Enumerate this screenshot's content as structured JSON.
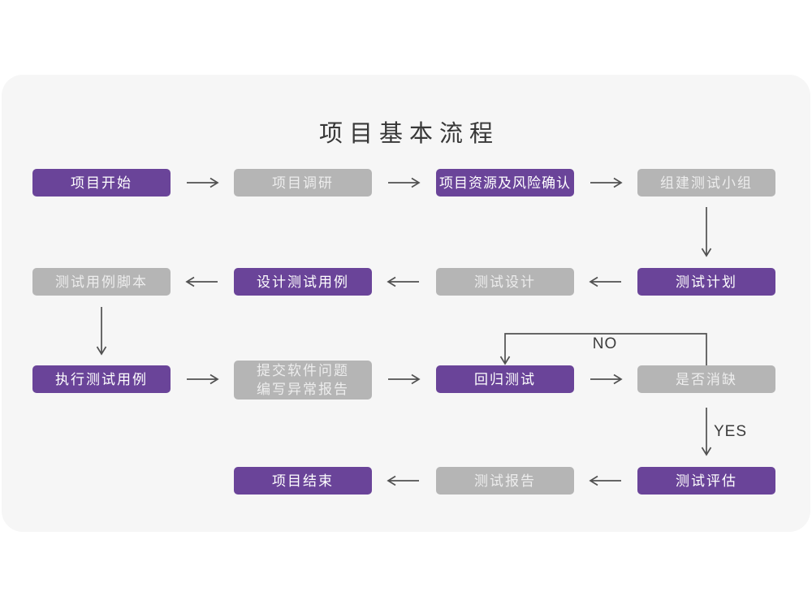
{
  "title": "项目基本流程",
  "edge_labels": {
    "no": "NO",
    "yes": "YES"
  },
  "colors": {
    "accent_purple": "#6a4499",
    "inactive_gray": "#b5b5b5",
    "card_background": "#f6f6f6",
    "arrow": "#515151"
  },
  "nodes": [
    {
      "label": "项目开始",
      "type": "active"
    },
    {
      "label": "项目调研",
      "type": "inactive"
    },
    {
      "label": "项目资源及风险确认",
      "type": "active"
    },
    {
      "label": "组建测试小组",
      "type": "inactive"
    },
    {
      "label": "测试用例脚本",
      "type": "inactive"
    },
    {
      "label": "设计测试用例",
      "type": "active"
    },
    {
      "label": "测试设计",
      "type": "inactive"
    },
    {
      "label": "测试计划",
      "type": "active"
    },
    {
      "label": "执行测试用例",
      "type": "active"
    },
    {
      "label": "提交软件问题\n编写异常报告",
      "type": "inactive"
    },
    {
      "label": "回归测试",
      "type": "active"
    },
    {
      "label": "是否消缺",
      "type": "inactive"
    },
    {
      "label": "项目结束",
      "type": "active"
    },
    {
      "label": "测试报告",
      "type": "inactive"
    },
    {
      "label": "测试评估",
      "type": "active"
    }
  ]
}
